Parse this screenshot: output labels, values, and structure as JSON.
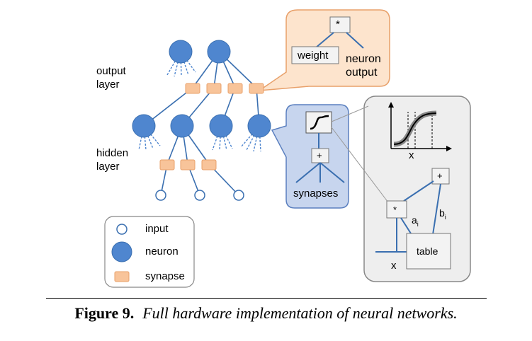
{
  "labels": {
    "output_layer_line1": "output",
    "output_layer_line2": "layer",
    "hidden_layer_line1": "hidden",
    "hidden_layer_line2": "layer",
    "mult_symbol": "*",
    "plus_symbol": "+",
    "weight": "weight",
    "neuron_output_line1": "neuron",
    "neuron_output_line2": "output",
    "synapses": "synapses",
    "x_axis": "x",
    "a_i": "a",
    "a_sub": "i",
    "b_i": "b",
    "b_sub": "i",
    "table": "table",
    "x_input": "x"
  },
  "legend": {
    "input": "input",
    "neuron": "neuron",
    "synapse": "synapse"
  },
  "caption": {
    "number": "Figure 9.",
    "text": "Full hardware implementation of neural networks."
  },
  "colors": {
    "neuron_fill": "#4f86cf",
    "synapse_fill": "#f8c49a",
    "line": "#3a6fb0",
    "orange_box": "#fde4cd",
    "blue_box": "#c7d5ee",
    "gray_box": "#eeeeee"
  }
}
